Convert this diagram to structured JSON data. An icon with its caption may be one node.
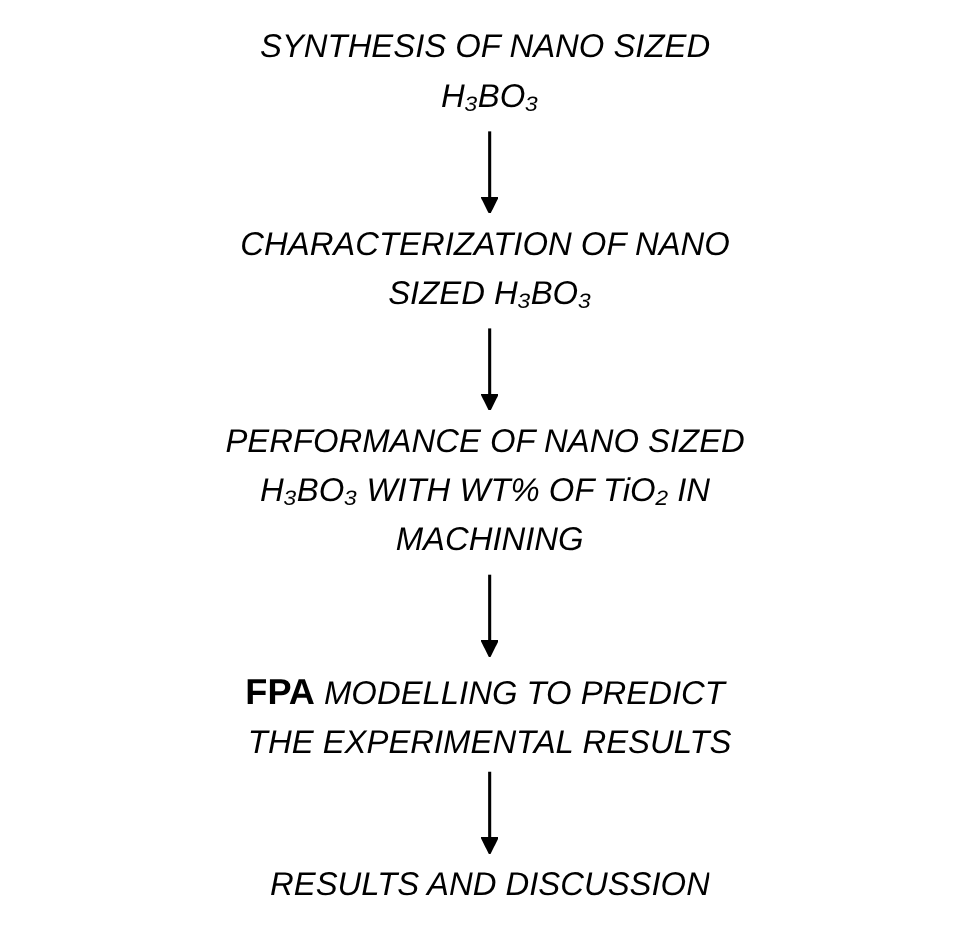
{
  "diagram": {
    "nodes": [
      {
        "text": [
          "SYNTHESIS OF NANO SIZED H₃BO₃"
        ]
      },
      {
        "text": [
          "CHARACTERIZATION OF NANO SIZED H₃BO₃"
        ]
      },
      {
        "text": [
          "PERFORMANCE OF NANO SIZED H₃BO₃ WITH WT% OF TiO₂ IN MACHINING"
        ]
      },
      {
        "text": [
          "**FPA** MODELLING TO PREDICT THE EXPERIMENTAL RESULTS"
        ]
      },
      {
        "text": [
          "RESULTS AND DISCUSSION"
        ]
      }
    ],
    "edges": [
      {
        "from": 0,
        "to": 1,
        "arrow": "to"
      },
      {
        "from": 1,
        "to": 2,
        "arrow": "to"
      },
      {
        "from": 2,
        "to": 3,
        "arrow": "to"
      },
      {
        "from": 3,
        "to": 4,
        "arrow": "to"
      }
    ]
  }
}
